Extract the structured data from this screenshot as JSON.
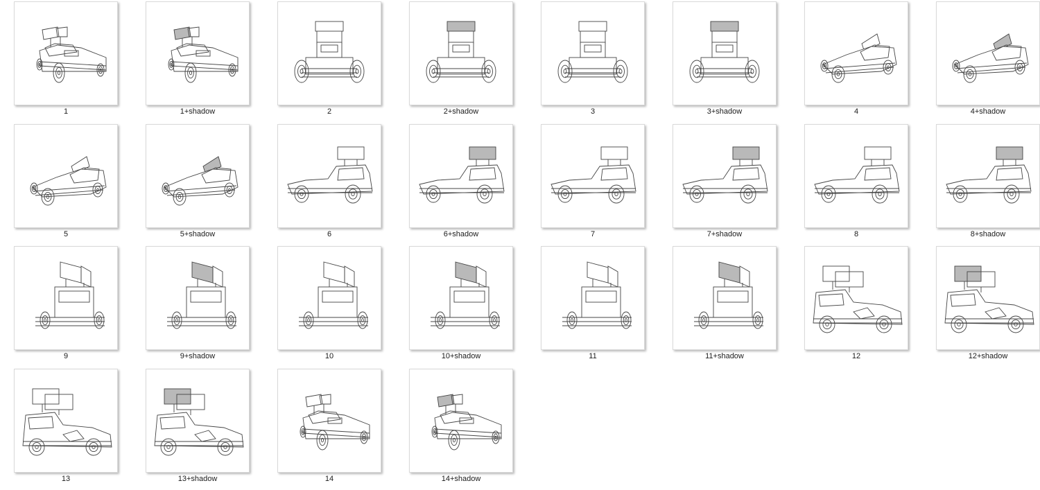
{
  "items": [
    {
      "label": "1",
      "view": "front34",
      "shadow": false
    },
    {
      "label": "1+shadow",
      "view": "front34",
      "shadow": true
    },
    {
      "label": "2",
      "view": "front",
      "shadow": false
    },
    {
      "label": "2+shadow",
      "view": "front",
      "shadow": true
    },
    {
      "label": "3",
      "view": "front-high",
      "shadow": false
    },
    {
      "label": "3+shadow",
      "view": "front-high",
      "shadow": true
    },
    {
      "label": "4",
      "view": "right34",
      "shadow": false
    },
    {
      "label": "4+shadow",
      "view": "right34",
      "shadow": true
    },
    {
      "label": "5",
      "view": "left34",
      "shadow": false
    },
    {
      "label": "5+shadow",
      "view": "left34",
      "shadow": true
    },
    {
      "label": "6",
      "view": "side-left",
      "shadow": false
    },
    {
      "label": "6+shadow",
      "view": "side-left",
      "shadow": true
    },
    {
      "label": "7",
      "view": "side-left-low",
      "shadow": false
    },
    {
      "label": "7+shadow",
      "view": "side-left-low",
      "shadow": true
    },
    {
      "label": "8",
      "view": "rear-left",
      "shadow": false
    },
    {
      "label": "8+shadow",
      "view": "rear-left",
      "shadow": true
    },
    {
      "label": "9",
      "view": "rear34",
      "shadow": false
    },
    {
      "label": "9+shadow",
      "view": "rear34",
      "shadow": true
    },
    {
      "label": "10",
      "view": "rear",
      "shadow": false
    },
    {
      "label": "10+shadow",
      "view": "rear",
      "shadow": true
    },
    {
      "label": "11",
      "view": "rear-right",
      "shadow": false
    },
    {
      "label": "11+shadow",
      "view": "rear-right",
      "shadow": true
    },
    {
      "label": "12",
      "view": "side-right",
      "shadow": false
    },
    {
      "label": "12+shadow",
      "view": "side-right",
      "shadow": true
    },
    {
      "label": "13",
      "view": "side-right-full",
      "shadow": false
    },
    {
      "label": "13+shadow",
      "view": "side-right-full",
      "shadow": true
    },
    {
      "label": "14",
      "view": "front-right34",
      "shadow": false
    },
    {
      "label": "14+shadow",
      "view": "front-right34",
      "shadow": true
    }
  ]
}
